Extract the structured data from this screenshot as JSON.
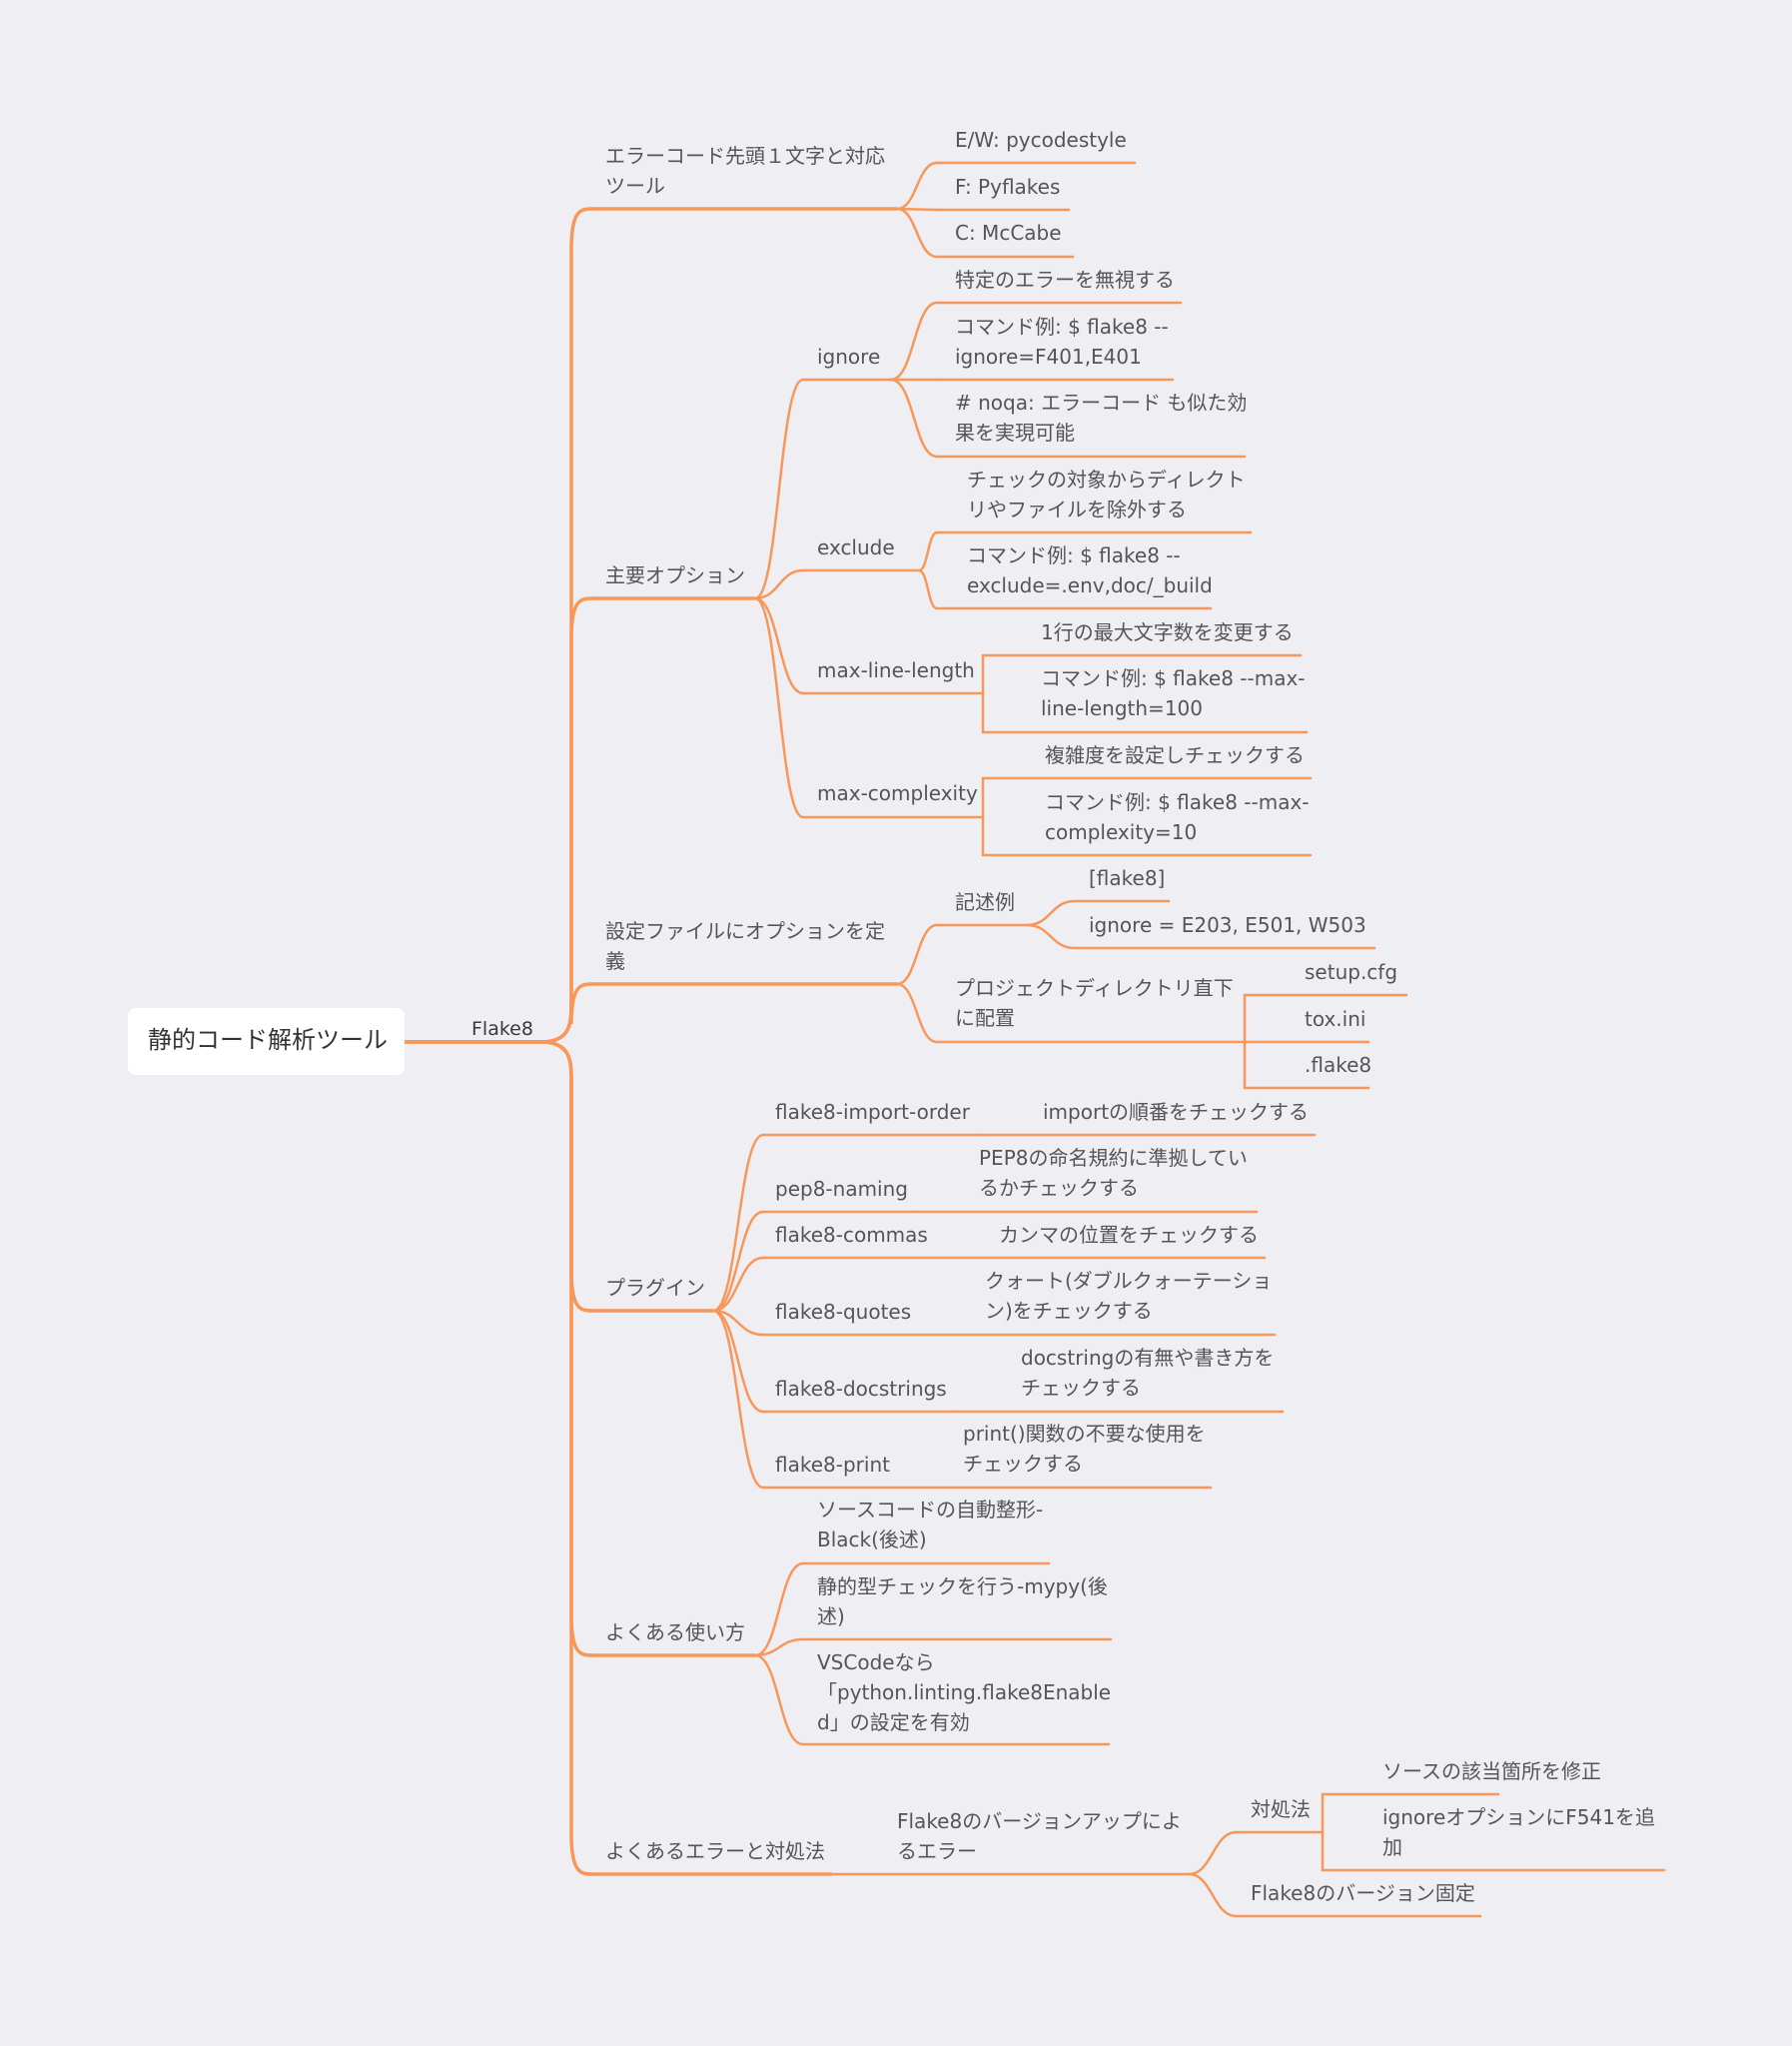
{
  "diagram": {
    "line_color": "#f7975a",
    "background": "#efeef3",
    "root": {
      "label": "静的コード解析ツール"
    },
    "center": {
      "label": "Flake8"
    },
    "nodes": [
      {
        "id": "errcode",
        "lines": [
          "エラーコード先頭１文字と対応",
          "ツール"
        ]
      },
      {
        "id": "ew",
        "lines": [
          "E/W: pycodestyle"
        ]
      },
      {
        "id": "f",
        "lines": [
          "F: Pyflakes"
        ]
      },
      {
        "id": "c",
        "lines": [
          "C: McCabe"
        ]
      },
      {
        "id": "mainopt",
        "lines": [
          "主要オプション"
        ]
      },
      {
        "id": "ignore",
        "lines": [
          "ignore"
        ]
      },
      {
        "id": "ig1",
        "lines": [
          "特定のエラーを無視する"
        ]
      },
      {
        "id": "ig2",
        "lines": [
          "コマンド例: $ flake8 --",
          "ignore=F401,E401"
        ]
      },
      {
        "id": "ig3",
        "lines": [
          "# noqa: エラーコード も似た効",
          "果を実現可能"
        ]
      },
      {
        "id": "exclude",
        "lines": [
          "exclude"
        ]
      },
      {
        "id": "ex1",
        "lines": [
          "チェックの対象からディレクト",
          "リやファイルを除外する"
        ]
      },
      {
        "id": "ex2",
        "lines": [
          "コマンド例: $ flake8 --",
          "exclude=.env,doc/_build"
        ]
      },
      {
        "id": "mll",
        "lines": [
          "max-line-length"
        ]
      },
      {
        "id": "ml1",
        "lines": [
          "1行の最大文字数を変更する"
        ]
      },
      {
        "id": "ml2",
        "lines": [
          "コマンド例: $ flake8 --max-",
          "line-length=100"
        ]
      },
      {
        "id": "mc",
        "lines": [
          "max-complexity"
        ]
      },
      {
        "id": "mc1",
        "lines": [
          "複雑度を設定しチェックする"
        ]
      },
      {
        "id": "mc2",
        "lines": [
          "コマンド例: $ flake8 --max-",
          "complexity=10"
        ]
      },
      {
        "id": "conf",
        "lines": [
          "設定ファイルにオプションを定",
          "義"
        ]
      },
      {
        "id": "kijutsu",
        "lines": [
          "記述例"
        ]
      },
      {
        "id": "k1",
        "lines": [
          "[flake8]"
        ]
      },
      {
        "id": "k2",
        "lines": [
          "ignore = E203, E501, W503"
        ]
      },
      {
        "id": "proj",
        "lines": [
          "プロジェクトディレクトリ直下",
          "に配置"
        ]
      },
      {
        "id": "p1",
        "lines": [
          "setup.cfg"
        ]
      },
      {
        "id": "p2",
        "lines": [
          "tox.ini"
        ]
      },
      {
        "id": "p3",
        "lines": [
          ".flake8"
        ]
      },
      {
        "id": "plugin",
        "lines": [
          "プラグイン"
        ]
      },
      {
        "id": "pl1",
        "lines": [
          "flake8-import-order"
        ]
      },
      {
        "id": "pl1d",
        "lines": [
          "importの順番をチェックする"
        ]
      },
      {
        "id": "pl2",
        "lines": [
          "pep8-naming"
        ]
      },
      {
        "id": "pl2d",
        "lines": [
          "PEP8の命名規約に準拠してい",
          "るかチェックする"
        ]
      },
      {
        "id": "pl3",
        "lines": [
          "flake8-commas"
        ]
      },
      {
        "id": "pl3d",
        "lines": [
          "カンマの位置をチェックする"
        ]
      },
      {
        "id": "pl4",
        "lines": [
          "flake8-quotes"
        ]
      },
      {
        "id": "pl4d",
        "lines": [
          "クォート(ダブルクォーテーショ",
          "ン)をチェックする"
        ]
      },
      {
        "id": "pl5",
        "lines": [
          "flake8-docstrings"
        ]
      },
      {
        "id": "pl5d",
        "lines": [
          "docstringの有無や書き方を",
          "チェックする"
        ]
      },
      {
        "id": "pl6",
        "lines": [
          "flake8-print"
        ]
      },
      {
        "id": "pl6d",
        "lines": [
          "print()関数の不要な使用を",
          "チェックする"
        ]
      },
      {
        "id": "usage",
        "lines": [
          "よくある使い方"
        ]
      },
      {
        "id": "u1",
        "lines": [
          "ソースコードの自動整形-",
          "Black(後述)"
        ]
      },
      {
        "id": "u2",
        "lines": [
          "静的型チェックを行う-mypy(後",
          "述)"
        ]
      },
      {
        "id": "u3",
        "lines": [
          "VSCodeなら",
          "「python.linting.flake8Enable",
          "d」の設定を有効"
        ]
      },
      {
        "id": "errors",
        "lines": [
          "よくあるエラーと対処法"
        ]
      },
      {
        "id": "e1",
        "lines": [
          "Flake8のバージョンアップによ",
          "るエラー"
        ]
      },
      {
        "id": "taisho",
        "lines": [
          "対処法"
        ]
      },
      {
        "id": "t1",
        "lines": [
          "ソースの該当箇所を修正"
        ]
      },
      {
        "id": "t2",
        "lines": [
          "ignoreオプションにF541を追",
          "加"
        ]
      },
      {
        "id": "e2",
        "lines": [
          "Flake8のバージョン固定"
        ]
      }
    ]
  }
}
